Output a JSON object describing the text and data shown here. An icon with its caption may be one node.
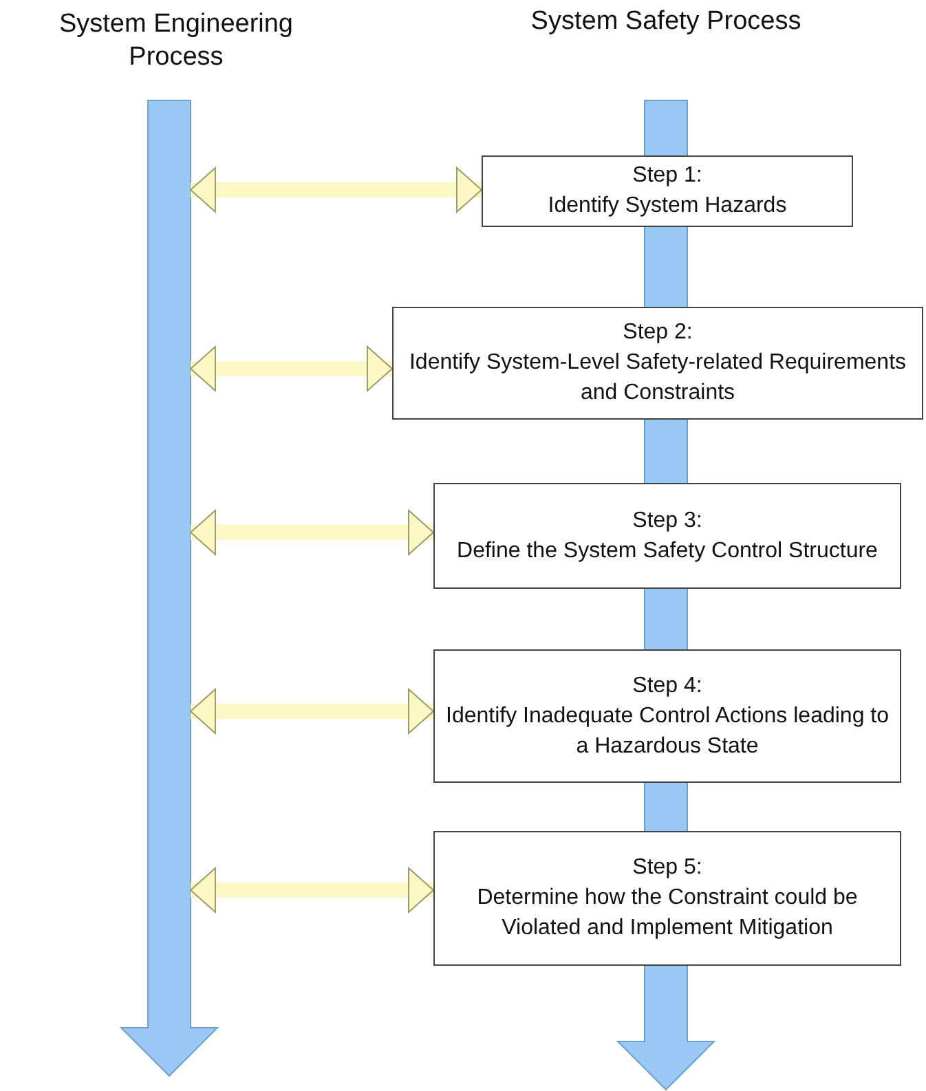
{
  "diagram": {
    "nodes": [
      {
        "text": [
          "System Engineering Process"
        ]
      },
      {
        "text": [
          "System Safety Process"
        ]
      },
      {
        "text": [
          "Step 1:",
          "Identify System Hazards"
        ]
      },
      {
        "text": [
          "Step 2:",
          "Identify System-Level Safety-related Requirements and Constraints"
        ]
      },
      {
        "text": [
          "Step 3:",
          "Define the System Safety Control Structure"
        ]
      },
      {
        "text": [
          "Step 4:",
          "Identify Inadequate Control Actions leading to a Hazardous State"
        ]
      },
      {
        "text": [
          "Step 5:",
          "Determine how the Constraint could be Violated and Implement Mitigation"
        ]
      }
    ],
    "edges": [
      {
        "from": 0,
        "to": 2,
        "arrow": "both"
      },
      {
        "from": 0,
        "to": 3,
        "arrow": "both"
      },
      {
        "from": 0,
        "to": 4,
        "arrow": "both"
      },
      {
        "from": 0,
        "to": 5,
        "arrow": "both"
      },
      {
        "from": 0,
        "to": 6,
        "arrow": "both"
      }
    ]
  }
}
